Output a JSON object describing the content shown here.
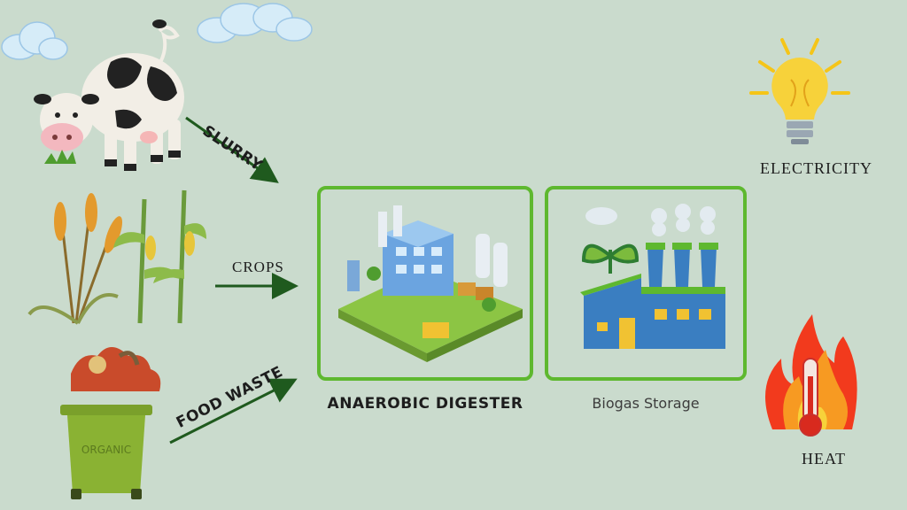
{
  "inputs": {
    "slurry": "SLURRY",
    "crops": "CROPS",
    "food_waste": "FOOD WASTE",
    "bin_label": "ORGANIC"
  },
  "process": {
    "digester": "ANAEROBIC DIGESTER",
    "storage": "Biogas Storage"
  },
  "outputs": {
    "electricity": "ELECTRICITY",
    "heat": "HEAT"
  },
  "colors": {
    "background": "#cadbcd",
    "box_border": "#5eb82f",
    "arrow": "#1f5a1e"
  }
}
